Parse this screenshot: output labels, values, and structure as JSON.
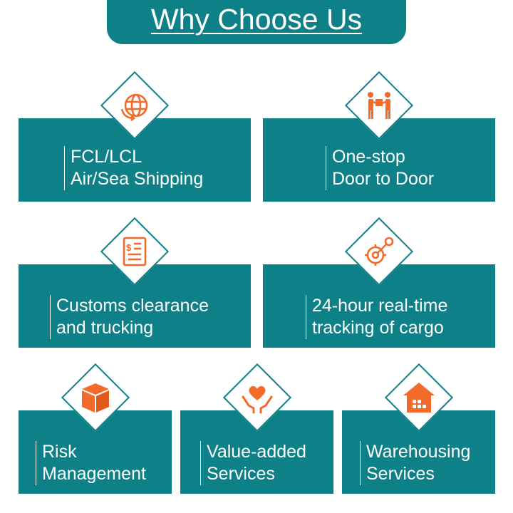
{
  "header": {
    "title": "Why Choose Us"
  },
  "colors": {
    "teal": "#0e8088",
    "orange": "#f36b2b",
    "white": "#ffffff"
  },
  "features": [
    {
      "icon": "globe-exchange-icon",
      "line1": "FCL/LCL",
      "line2": "Air/Sea Shipping"
    },
    {
      "icon": "door-to-door-delivery-icon",
      "line1": "One-stop",
      "line2": "Door to Door"
    },
    {
      "icon": "customs-document-icon",
      "line1": "Customs clearance",
      "line2": "and trucking"
    },
    {
      "icon": "target-tracking-icon",
      "line1": "24-hour real-time",
      "line2": "tracking of cargo"
    },
    {
      "icon": "box-icon",
      "line1": "Risk",
      "line2": "Management"
    },
    {
      "icon": "heart-hands-icon",
      "line1": "Value-added",
      "line2": "Services"
    },
    {
      "icon": "warehouse-icon",
      "line1": "Warehousing",
      "line2": "Services"
    }
  ]
}
